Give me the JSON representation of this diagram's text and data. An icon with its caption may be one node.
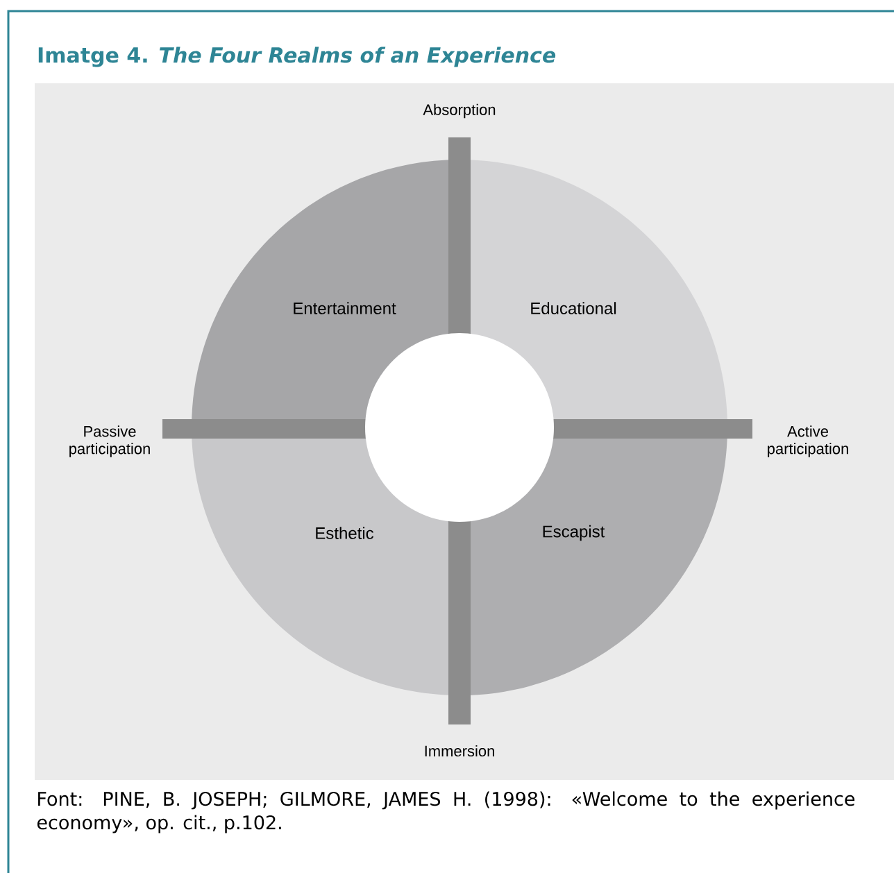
{
  "diagram": {
    "title": "Imatge 4. *The Four Realms of an Experience*",
    "caption": "Font: PINE, B. JOSEPH; GILMORE, JAMES H. (1998): «Welcome to the experience economy», op. cit., p.102.",
    "nodes": [
      {
        "text": [
          "Entertainment"
        ]
      },
      {
        "text": [
          "Educational"
        ]
      },
      {
        "text": [
          "Esthetic"
        ]
      },
      {
        "text": [
          "Escapist"
        ]
      }
    ],
    "labels": [
      "Absorption",
      "Passive participation",
      "Active participation",
      "Immersion"
    ]
  }
}
